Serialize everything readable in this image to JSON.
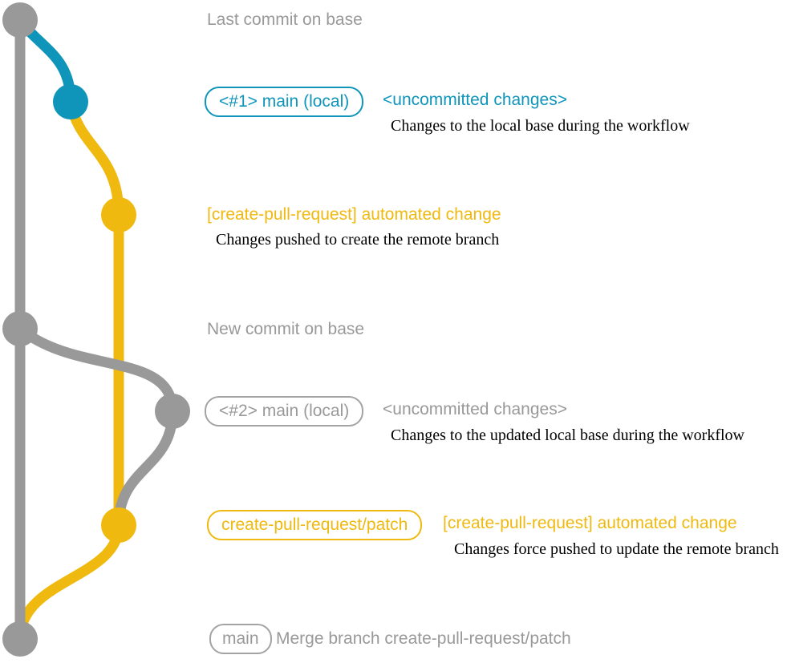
{
  "colors": {
    "gray": "#999999",
    "blue": "#0f94ba",
    "yellow": "#f0b90f",
    "text_black": "#000000"
  },
  "rows": {
    "last_commit": {
      "text": "Last commit on base"
    },
    "local1": {
      "branch_label": "<#1> main (local)",
      "note": "<uncommitted changes>",
      "desc": "Changes to the local base during the workflow"
    },
    "auto1": {
      "title": "[create-pull-request] automated change",
      "desc": "Changes pushed to create the remote branch"
    },
    "new_commit": {
      "text": "New commit on base"
    },
    "local2": {
      "branch_label": "<#2> main (local)",
      "note": "<uncommitted changes>",
      "desc": "Changes to the updated local base during the workflow"
    },
    "auto2": {
      "branch_label": "create-pull-request/patch",
      "title": "[create-pull-request] automated change",
      "desc": "Changes force pushed to update the remote branch"
    },
    "merge": {
      "branch_label": "main",
      "text": "Merge branch create-pull-request/patch"
    }
  }
}
